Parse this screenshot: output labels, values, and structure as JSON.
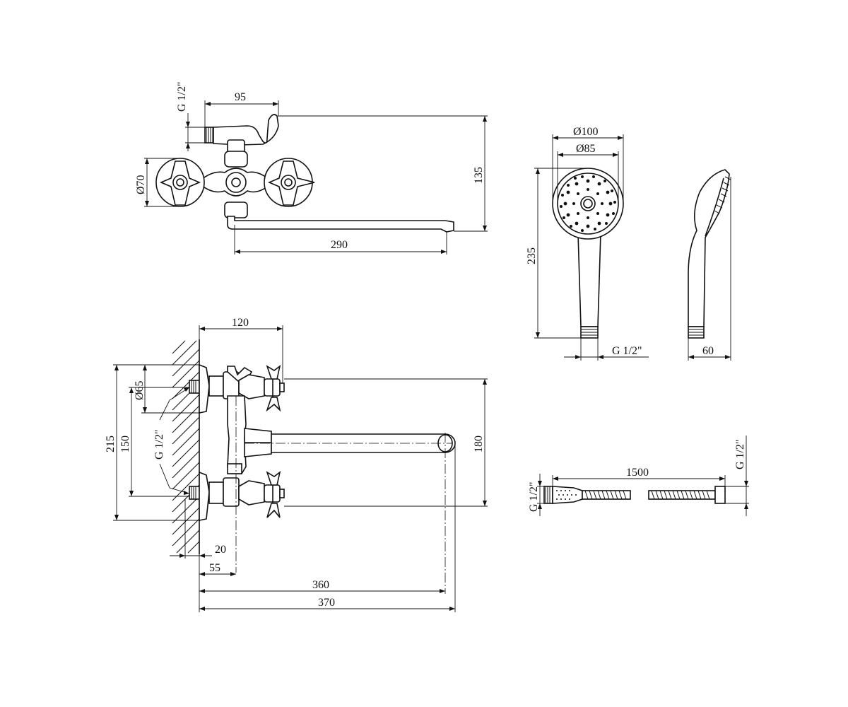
{
  "dimensions": {
    "top_thread": "G 1/2\"",
    "top_width": "95",
    "top_handle_dia": "Ø70",
    "top_height": "135",
    "top_spout": "290",
    "front_top": "120",
    "front_flange_dia": "Ø65",
    "front_thread": "G 1/2\"",
    "front_total_h": "215",
    "front_inlet_spacing": "150",
    "front_spout_h": "180",
    "front_offset_20": "20",
    "front_offset_55": "55",
    "front_len_360": "360",
    "front_len_370": "370",
    "head_dia_outer": "Ø100",
    "head_dia_inner": "Ø85",
    "head_length": "235",
    "head_thread": "G 1/2\"",
    "head_side_width": "60",
    "hose_length": "1500",
    "hose_thread_left": "G 1/2\"",
    "hose_thread_right": "G 1/2\""
  },
  "colors": {
    "line": "#111111",
    "background": "#ffffff"
  }
}
